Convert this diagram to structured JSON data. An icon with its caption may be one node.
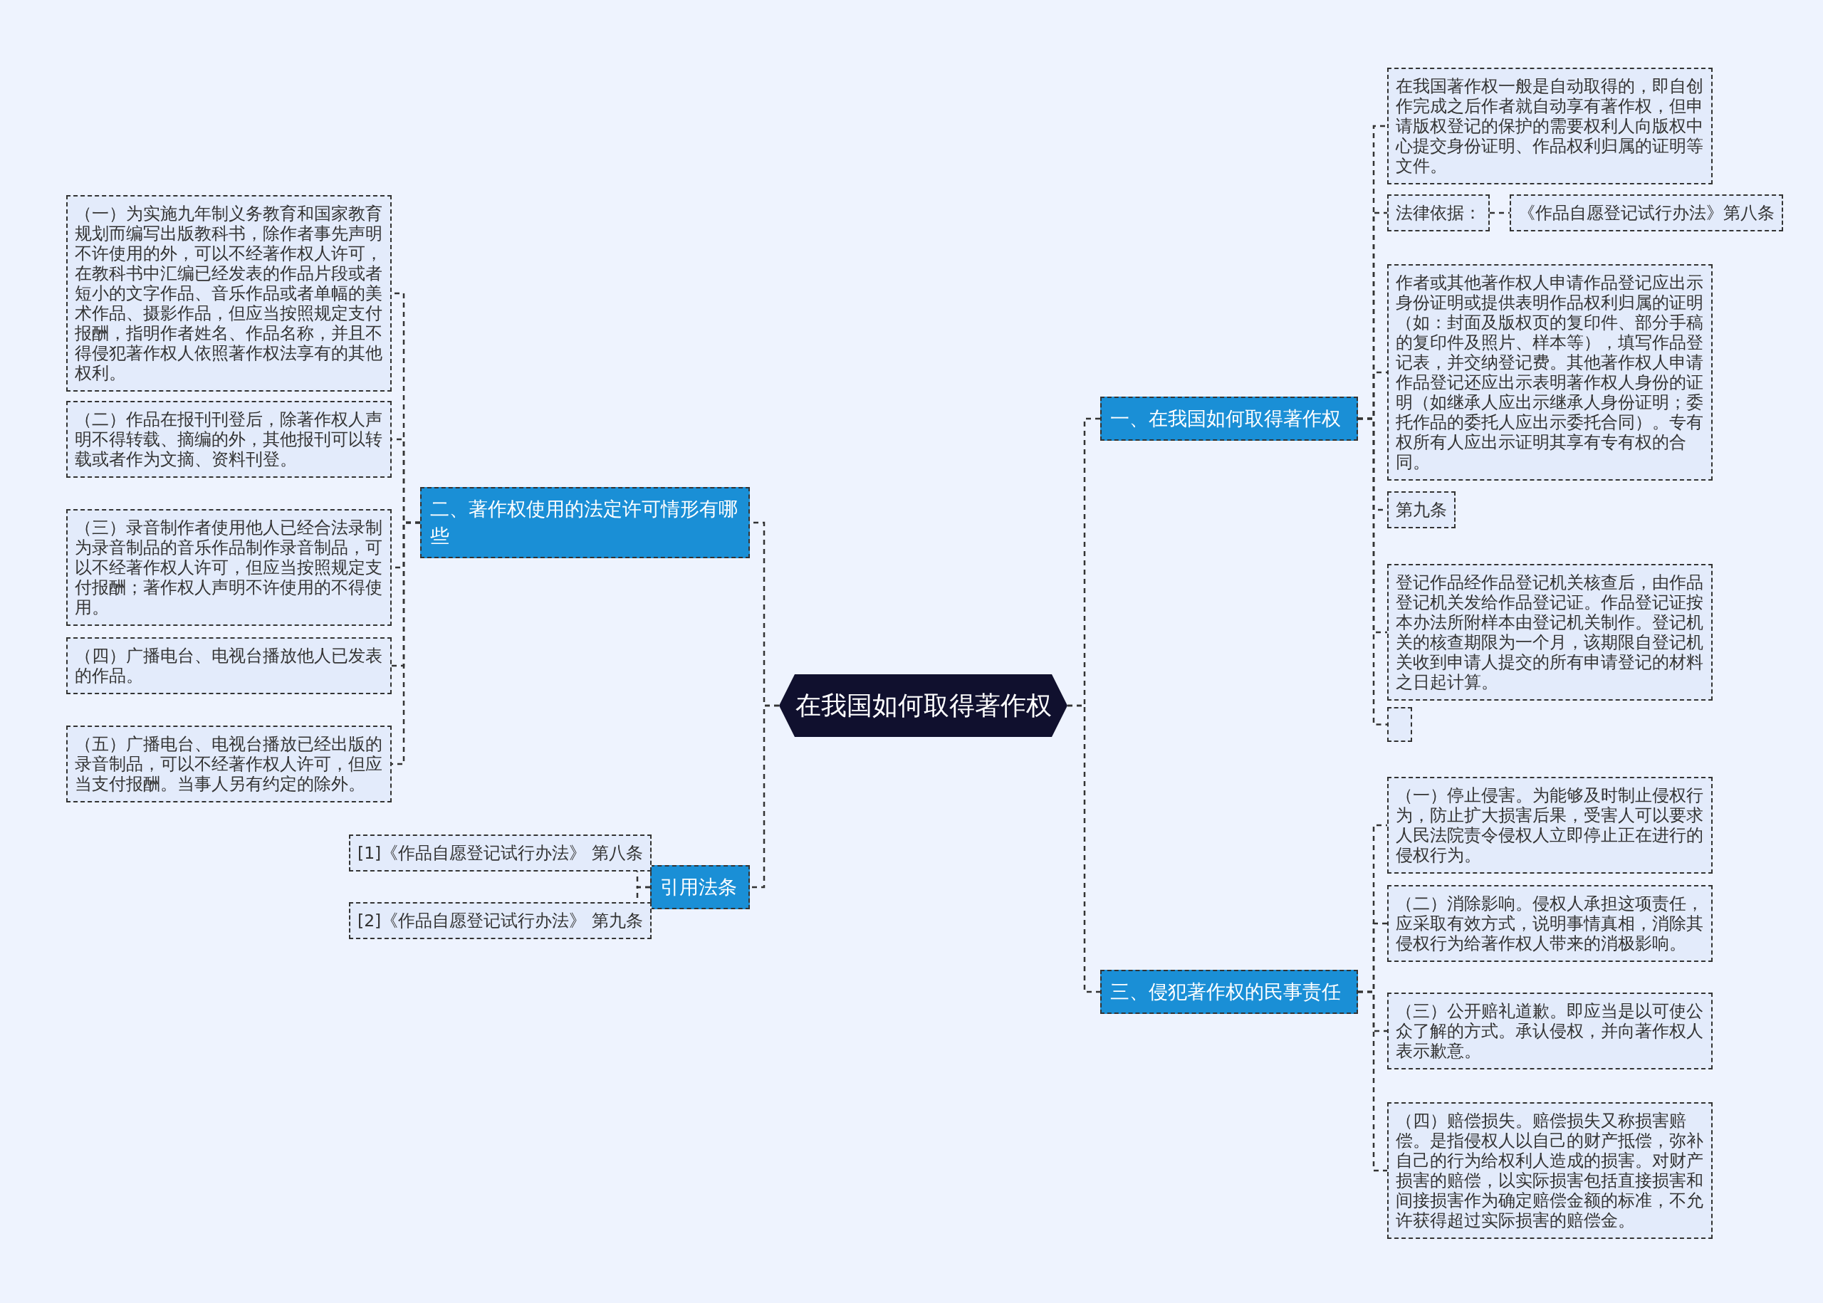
{
  "diagram": {
    "nodes": [
      {
        "text": [
          "在我国如何取得著作权"
        ]
      },
      {
        "text": [
          "一、在我国如何取得著作权"
        ]
      },
      {
        "text": [
          "在我国著作权一般是自动取得的，即自创作完成之后作者就自动享有著作权，但申请版权登记的保护的需要权利人向版权中心提交身份证明、作品权利归属的证明等文件。"
        ]
      },
      {
        "text": [
          "法律依据："
        ]
      },
      {
        "text": [
          "《作品自愿登记试行办法》第八条"
        ]
      },
      {
        "text": [
          "作者或其他著作权人申请作品登记应出示身份证明或提供表明作品权利归属的证明（如：封面及版权页的复印件、部分手稿的复印件及照片、样本等），填写作品登记表，并交纳登记费。其他著作权人申请作品登记还应出示表明著作权人身份的证明（如继承人应出示继承人身份证明；委托作品的委托人应出示委托合同）。专有权所有人应出示证明其享有专有权的合同。"
        ]
      },
      {
        "text": [
          "第九条"
        ]
      },
      {
        "text": [
          "登记作品经作品登记机关核查后，由作品登记机关发给作品登记证。作品登记证按本办法所附样本由登记机关制作。登记机关的核查期限为一个月，该期限自登记机关收到申请人提交的所有申请登记的材料之日起计算。"
        ]
      },
      {
        "text": [],
        "shape": "box"
      },
      {
        "text": [
          "三、侵犯著作权的民事责任"
        ]
      },
      {
        "text": [
          "（一）停止侵害。为能够及时制止侵权行为，防止扩大损害后果，受害人可以要求人民法院责令侵权人立即停止正在进行的侵权行为。"
        ]
      },
      {
        "text": [
          "（二）消除影响。侵权人承担这项责任，应采取有效方式，说明事情真相，消除其侵权行为给著作权人带来的消极影响。"
        ]
      },
      {
        "text": [
          "（三）公开赔礼道歉。即应当是以可使公众了解的方式。承认侵权，并向著作权人表示歉意。"
        ]
      },
      {
        "text": [
          "（四）赔偿损失。赔偿损失又称损害赔偿。是指侵权人以自己的财产抵偿，弥补自己的行为给权利人造成的损害。对财产损害的赔偿，以实际损害包括直接损害和间接损害作为确定赔偿金额的标准，不允许获得超过实际损害的赔偿金。"
        ]
      },
      {
        "text": [
          "二、著作权使用的法定许可情形有哪些"
        ]
      },
      {
        "text": [
          "（一）为实施九年制义务教育和国家教育规划而编写出版教科书，除作者事先声明不许使用的外，可以不经著作权人许可，在教科书中汇编已经发表的作品片段或者短小的文字作品、音乐作品或者单幅的美术作品、摄影作品，但应当按照规定支付报酬，指明作者姓名、作品名称，并且不得侵犯著作权人依照著作权法享有的其他权利。"
        ]
      },
      {
        "text": [
          "（二）作品在报刊刊登后，除著作权人声明不得转载、摘编的外，其他报刊可以转载或者作为文摘、资料刊登。"
        ]
      },
      {
        "text": [
          "（三）录音制作者使用他人已经合法录制为录音制品的音乐作品制作录音制品，可以不经著作权人许可，但应当按照规定支付报酬；著作权人声明不许使用的不得使用。"
        ]
      },
      {
        "text": [
          "（四）广播电台、电视台播放他人已发表的作品。"
        ]
      },
      {
        "text": [
          "（五）广播电台、电视台播放已经出版的录音制品，可以不经著作权人许可，但应当支付报酬。当事人另有约定的除外。"
        ]
      },
      {
        "text": [
          "引用法条"
        ]
      },
      {
        "text": [
          "[1]《作品自愿登记试行办法》 第八条"
        ]
      },
      {
        "text": [
          "[2]《作品自愿登记试行办法》 第九条"
        ]
      }
    ],
    "edges": [
      {
        "from": 0,
        "to": 1,
        "arrow": "none"
      },
      {
        "from": 1,
        "to": 2,
        "arrow": "none"
      },
      {
        "from": 1,
        "to": 3,
        "arrow": "none"
      },
      {
        "from": 3,
        "to": 4,
        "arrow": "none"
      },
      {
        "from": 1,
        "to": 5,
        "arrow": "none"
      },
      {
        "from": 1,
        "to": 6,
        "arrow": "none"
      },
      {
        "from": 1,
        "to": 7,
        "arrow": "none"
      },
      {
        "from": 1,
        "to": 8,
        "arrow": "none"
      },
      {
        "from": 0,
        "to": 9,
        "arrow": "none"
      },
      {
        "from": 9,
        "to": 10,
        "arrow": "none"
      },
      {
        "from": 9,
        "to": 11,
        "arrow": "none"
      },
      {
        "from": 9,
        "to": 12,
        "arrow": "none"
      },
      {
        "from": 9,
        "to": 13,
        "arrow": "none"
      },
      {
        "from": 0,
        "to": 14,
        "arrow": "none"
      },
      {
        "from": 14,
        "to": 15,
        "arrow": "none"
      },
      {
        "from": 14,
        "to": 16,
        "arrow": "none"
      },
      {
        "from": 14,
        "to": 17,
        "arrow": "none"
      },
      {
        "from": 14,
        "to": 18,
        "arrow": "none"
      },
      {
        "from": 14,
        "to": 19,
        "arrow": "none"
      },
      {
        "from": 0,
        "to": 20,
        "arrow": "none"
      },
      {
        "from": 20,
        "to": 21,
        "arrow": "none"
      },
      {
        "from": 20,
        "to": 22,
        "arrow": "none"
      }
    ]
  }
}
